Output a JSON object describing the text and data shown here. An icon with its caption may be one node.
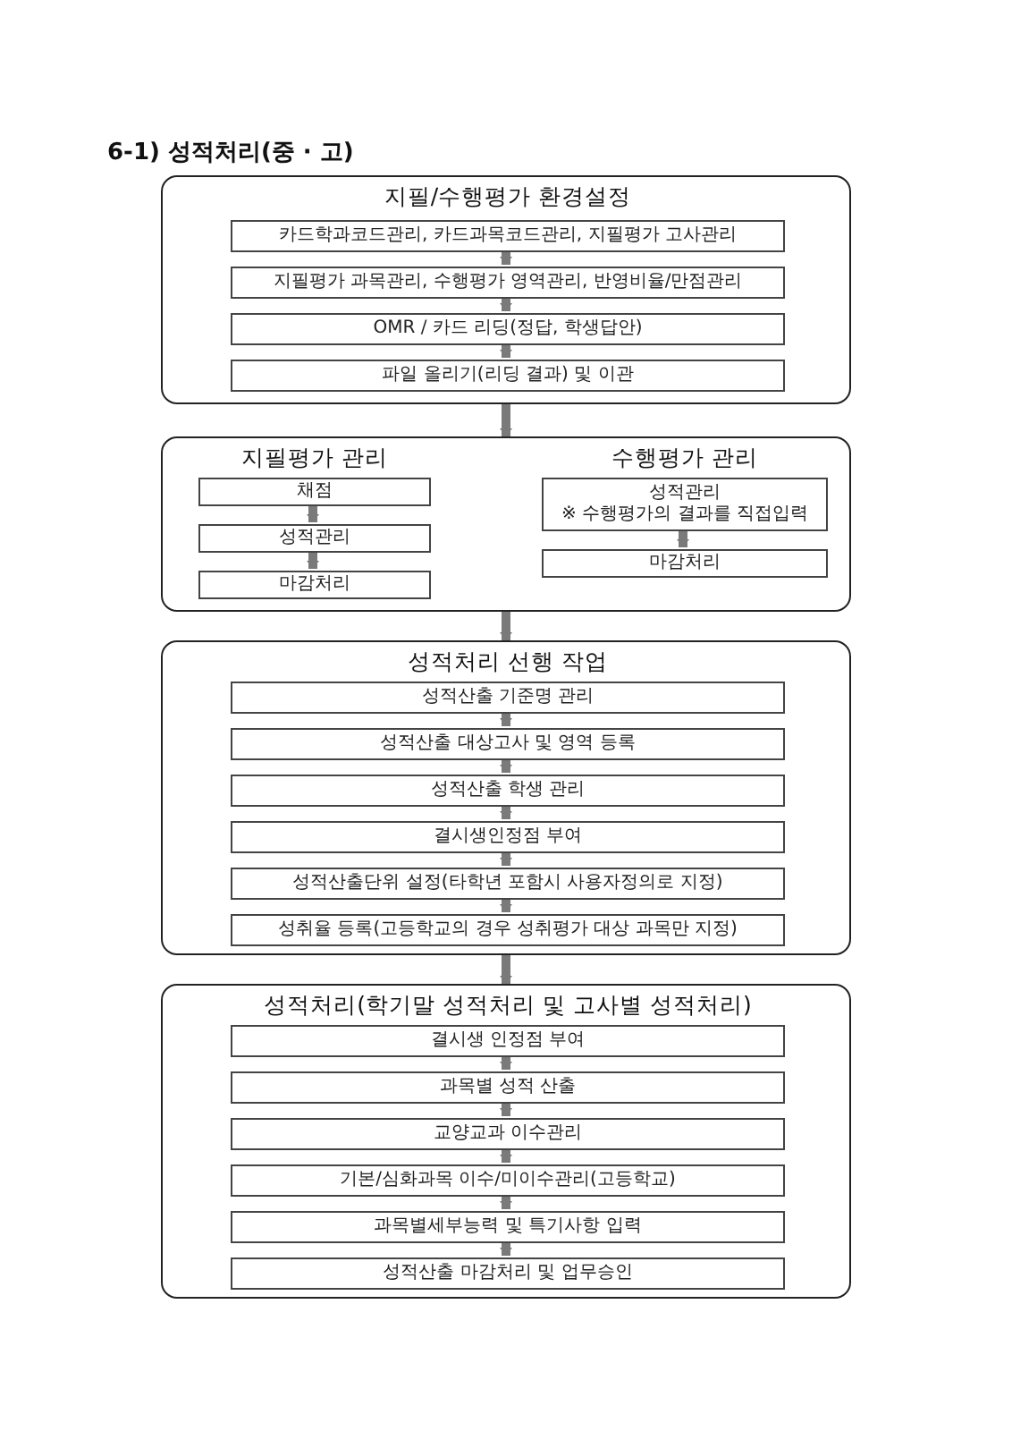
{
  "diagram": {
    "title": "6-1) 성적처리(중 · 고)",
    "nodes": [
      {
        "text": [
          "지필/수행평가 환경설정"
        ]
      },
      {
        "text": [
          "카드학과코드관리, 카드과목코드관리, 지필평가 고사관리"
        ],
        "in": 0
      },
      {
        "text": [
          "지필평가 과목관리, 수행평가 영역관리, 반영비율/만점관리"
        ],
        "in": 0
      },
      {
        "text": [
          "OMR / 카드 리딩(정답, 학생답안)"
        ],
        "in": 0
      },
      {
        "text": [
          "파일 올리기(리딩 결과) 및 이관"
        ],
        "in": 0
      },
      {
        "text": [
          "지필평가 관리",
          "수행평가 관리"
        ]
      },
      {
        "text": [
          "채점"
        ],
        "in": 5
      },
      {
        "text": [
          "성적관리"
        ],
        "in": 5
      },
      {
        "text": [
          "마감처리"
        ],
        "in": 5
      },
      {
        "text": [
          "성적관리",
          "※ 수행평가의 결과를 직접입력"
        ],
        "in": 5
      },
      {
        "text": [
          "마감처리"
        ],
        "in": 5
      },
      {
        "text": [
          "성적처리 선행 작업"
        ]
      },
      {
        "text": [
          "성적산출 기준명 관리"
        ],
        "in": 11
      },
      {
        "text": [
          "성적산출 대상고사 및 영역 등록"
        ],
        "in": 11
      },
      {
        "text": [
          "성적산출 학생 관리"
        ],
        "in": 11
      },
      {
        "text": [
          "결시생인정점 부여"
        ],
        "in": 11
      },
      {
        "text": [
          "성적산출단위 설정(타학년 포함시 사용자정의로 지정)"
        ],
        "in": 11
      },
      {
        "text": [
          "성취율 등록(고등학교의 경우 성취평가 대상 과목만 지정)"
        ],
        "in": 11
      },
      {
        "text": [
          "성적처리(학기말 성적처리 및 고사별 성적처리)"
        ]
      },
      {
        "text": [
          "결시생 인정점 부여"
        ],
        "in": 18
      },
      {
        "text": [
          "과목별 성적 산출"
        ],
        "in": 18
      },
      {
        "text": [
          "교양교과 이수관리"
        ],
        "in": 18
      },
      {
        "text": [
          "기본/심화과목 이수/미이수관리(고등학교)"
        ],
        "in": 18
      },
      {
        "text": [
          "과목별세부능력 및 특기사항 입력"
        ],
        "in": 18
      },
      {
        "text": [
          "성적산출 마감처리 및 업무승인"
        ],
        "in": 18
      }
    ],
    "edges": [
      {
        "from": 1,
        "to": 2,
        "arrow": "to"
      },
      {
        "from": 2,
        "to": 3,
        "arrow": "to"
      },
      {
        "from": 3,
        "to": 4,
        "arrow": "to"
      },
      {
        "from": 0,
        "to": 5,
        "arrow": "to"
      },
      {
        "from": 6,
        "to": 7,
        "arrow": "to"
      },
      {
        "from": 7,
        "to": 8,
        "arrow": "to"
      },
      {
        "from": 9,
        "to": 10,
        "arrow": "to"
      },
      {
        "from": 5,
        "to": 11,
        "arrow": "to"
      },
      {
        "from": 12,
        "to": 13,
        "arrow": "to"
      },
      {
        "from": 13,
        "to": 14,
        "arrow": "to"
      },
      {
        "from": 14,
        "to": 15,
        "arrow": "to"
      },
      {
        "from": 15,
        "to": 16,
        "arrow": "to"
      },
      {
        "from": 16,
        "to": 17,
        "arrow": "to"
      },
      {
        "from": 11,
        "to": 18,
        "arrow": "to"
      },
      {
        "from": 19,
        "to": 20,
        "arrow": "to"
      },
      {
        "from": 20,
        "to": 21,
        "arrow": "to"
      },
      {
        "from": 21,
        "to": 22,
        "arrow": "to"
      },
      {
        "from": 22,
        "to": 23,
        "arrow": "to"
      },
      {
        "from": 23,
        "to": 24,
        "arrow": "to"
      }
    ]
  }
}
